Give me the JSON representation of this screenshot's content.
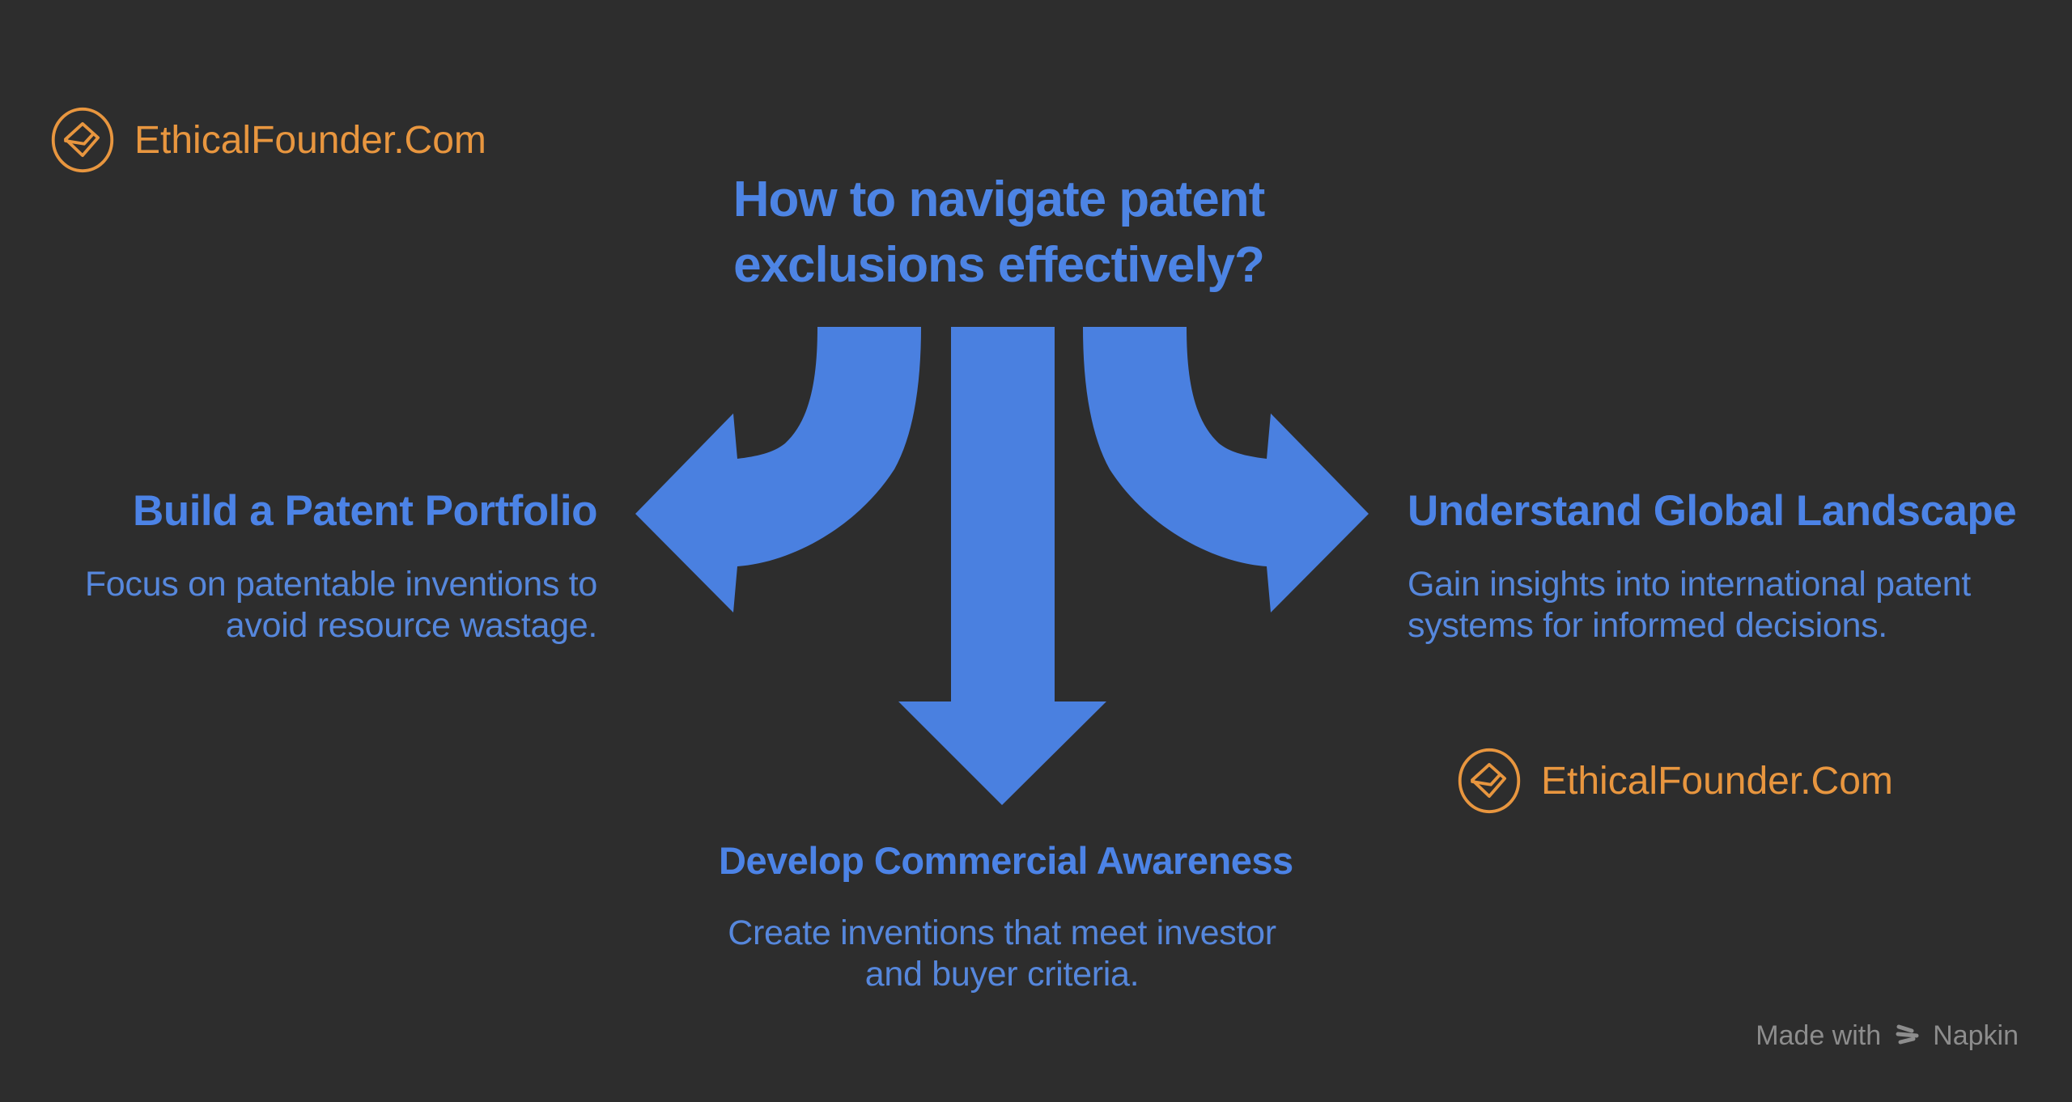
{
  "colors": {
    "background": "#2d2d2d",
    "arrow": "#4a80e0",
    "heading_text": "#4c83e6",
    "body_text": "#5687dc",
    "title_text": "#4d84e4",
    "brand_orange": "#e8963f",
    "watermark_gray": "#8d8d8d"
  },
  "brand": {
    "name": "EthicalFounder.Com"
  },
  "title": {
    "lines": [
      "How to navigate patent",
      "exclusions effectively?"
    ]
  },
  "branches": {
    "left": {
      "heading": "Build a Patent Portfolio",
      "body_lines": [
        "Focus on patentable inventions to",
        "avoid resource wastage."
      ]
    },
    "bottom": {
      "heading": "Develop Commercial Awareness",
      "body_lines": [
        "Create inventions that meet investor",
        "and buyer criteria."
      ]
    },
    "right": {
      "heading": "Understand Global Landscape",
      "body_lines": [
        "Gain insights into international patent",
        "systems for informed decisions."
      ]
    }
  },
  "watermark": {
    "prefix": "Made with",
    "brand": "Napkin"
  },
  "icons": {
    "brand_mark": "e-diamond-in-circle",
    "watermark_mark": "napkin-striped-play-triangle"
  }
}
